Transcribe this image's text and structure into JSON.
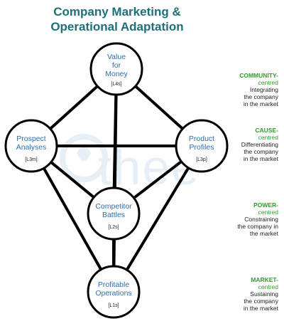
{
  "title": {
    "line1": "Company Marketing &",
    "line2": "Operational Adaptation"
  },
  "nodes": {
    "value": {
      "lines": [
        "Value",
        "for",
        "Money"
      ],
      "code": "[L4s]"
    },
    "prospect": {
      "lines": [
        "Prospect",
        "Analyses"
      ],
      "code": "[L3m]"
    },
    "product": {
      "lines": [
        "Product",
        "Profiles"
      ],
      "code": "[L3p]"
    },
    "competitor": {
      "lines": [
        "Competitor",
        "Battles"
      ],
      "code": "[L2s]"
    },
    "profitable": {
      "lines": [
        "Profitable",
        "Operations"
      ],
      "code": "[L1s]"
    }
  },
  "side": [
    {
      "head": "COMMUNITY-",
      "sub": "centred",
      "desc": [
        "Integrating",
        "the company",
        "in the market"
      ]
    },
    {
      "head": "CAUSE-",
      "sub": "centred",
      "desc": [
        "Differentiating",
        "the company",
        "in the market"
      ]
    },
    {
      "head": "POWER-",
      "sub": "centred",
      "desc": [
        "Constraining",
        "the company in",
        "the market"
      ]
    },
    {
      "head": "MARKET-",
      "sub": "centred",
      "desc": [
        "Sustaining",
        "the company",
        "in the market"
      ]
    }
  ],
  "watermark": "thee",
  "colors": {
    "title": "#1e6f78",
    "node_text": "#2a6fb5",
    "side_head": "#2f9b2f",
    "lines": "#000000"
  }
}
